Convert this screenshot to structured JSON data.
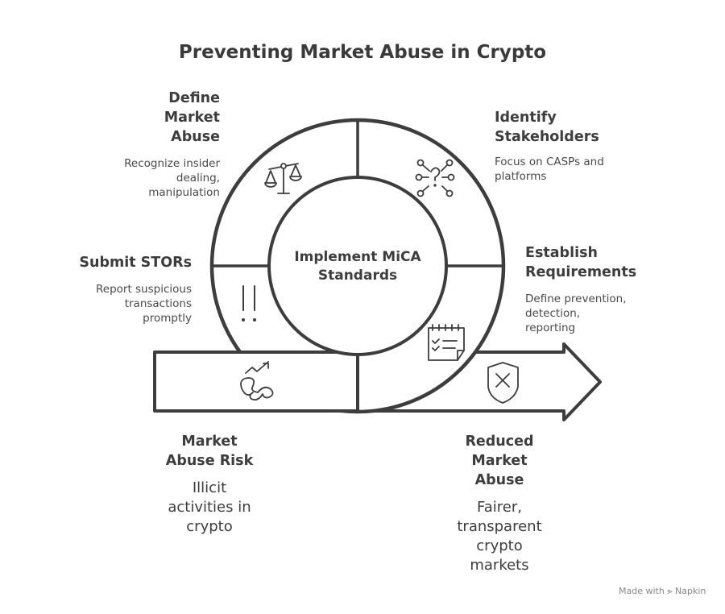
{
  "title": "Preventing Market Abuse in Crypto",
  "center": {
    "line1": "Implement MiCA",
    "line2": "Standards"
  },
  "segments": [
    {
      "title_lines": [
        "Define",
        "Market",
        "Abuse"
      ],
      "desc_lines": [
        "Recognize insider",
        "dealing,",
        "manipulation"
      ],
      "icon": "scales-icon"
    },
    {
      "title_lines": [
        "Identify",
        "Stakeholders"
      ],
      "desc_lines": [
        "Focus on CASPs and",
        "platforms"
      ],
      "icon": "network-question-icon"
    },
    {
      "title_lines": [
        "Establish",
        "Requirements"
      ],
      "desc_lines": [
        "Define prevention,",
        "detection,",
        "reporting"
      ],
      "icon": "checklist-icon"
    },
    {
      "title_lines": [
        "Submit STORs"
      ],
      "desc_lines": [
        "Report suspicious",
        "transactions",
        "promptly"
      ],
      "icon": "exclamation-icon"
    }
  ],
  "start": {
    "title_lines": [
      "Market",
      "Abuse Risk"
    ],
    "desc_lines": [
      "Illicit",
      "activities in",
      "crypto"
    ],
    "icon": "risk-chart-icon"
  },
  "end": {
    "title_lines": [
      "Reduced",
      "Market",
      "Abuse"
    ],
    "desc_lines": [
      "Fairer,",
      "transparent",
      "crypto",
      "markets"
    ],
    "icon": "shield-x-icon"
  },
  "watermark": "Made with ⪢ Napkin",
  "colors": {
    "stroke": "#3d3d3d",
    "background": "#ffffff"
  }
}
